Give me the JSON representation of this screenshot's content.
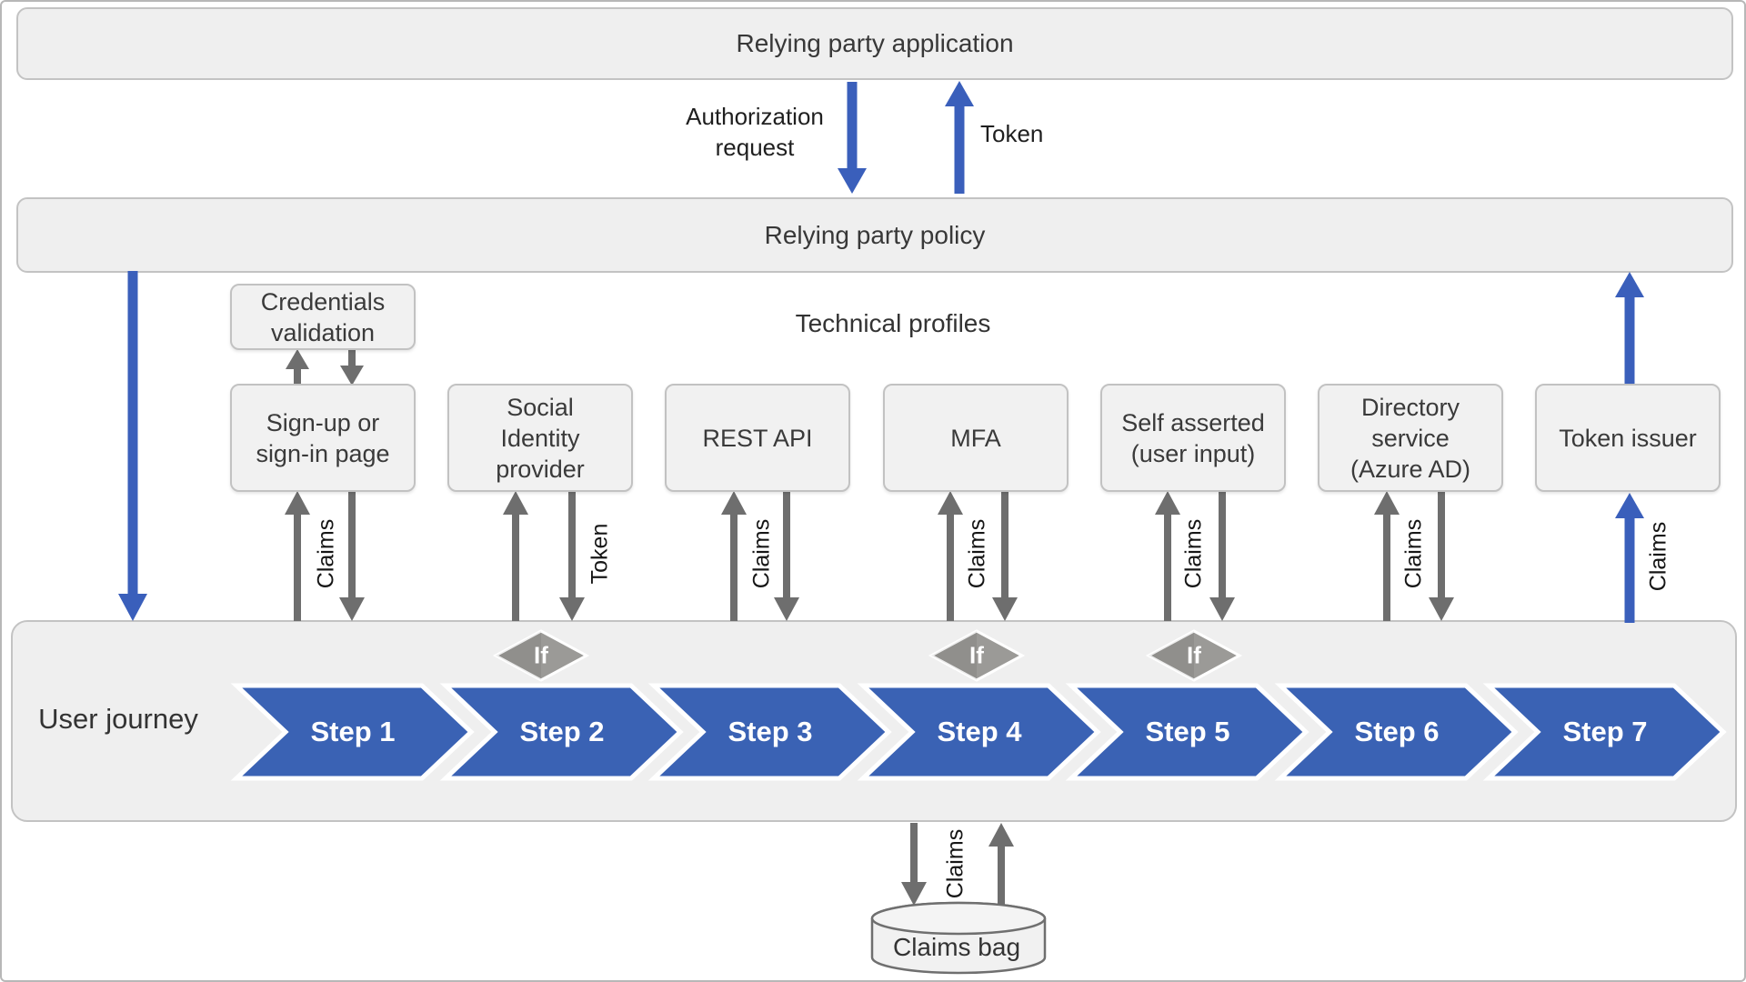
{
  "colors": {
    "accent_blue": "#3a62b4",
    "arrow_blue": "#3a5fbb",
    "arrow_gray": "#6e6e6e",
    "panel_fill": "#efefef",
    "box_fill": "#f1f1f1",
    "box_border": "#c2c2c2",
    "diamond_gray": "#9b9a97",
    "text": "#3a3a3a"
  },
  "top": {
    "relying_party_application": "Relying party application",
    "authorization_request": "Authorization request",
    "token": "Token",
    "relying_party_policy": "Relying party policy"
  },
  "technical_profiles_section": {
    "heading": "Technical profiles",
    "credentials_validation": "Credentials validation",
    "profiles": [
      {
        "id": "signup",
        "label": "Sign-up or sign-in page",
        "flow_label": "Claims"
      },
      {
        "id": "social-idp",
        "label": "Social Identity provider",
        "flow_label": "Token",
        "condition": "If"
      },
      {
        "id": "rest-api",
        "label": "REST API",
        "flow_label": "Claims"
      },
      {
        "id": "mfa",
        "label": "MFA",
        "flow_label": "Claims",
        "condition": "If"
      },
      {
        "id": "self-asserted",
        "label": "Self asserted (user input)",
        "flow_label": "Claims",
        "condition": "If"
      },
      {
        "id": "directory",
        "label": "Directory service (Azure AD)",
        "flow_label": "Claims"
      },
      {
        "id": "token-issuer",
        "label": "Token issuer",
        "flow_label": "Claims"
      }
    ]
  },
  "user_journey": {
    "label": "User journey",
    "steps": [
      "Step 1",
      "Step 2",
      "Step 3",
      "Step 4",
      "Step 5",
      "Step 6",
      "Step 7"
    ]
  },
  "claims_bag": {
    "label": "Claims bag",
    "flow_label": "Claims"
  }
}
